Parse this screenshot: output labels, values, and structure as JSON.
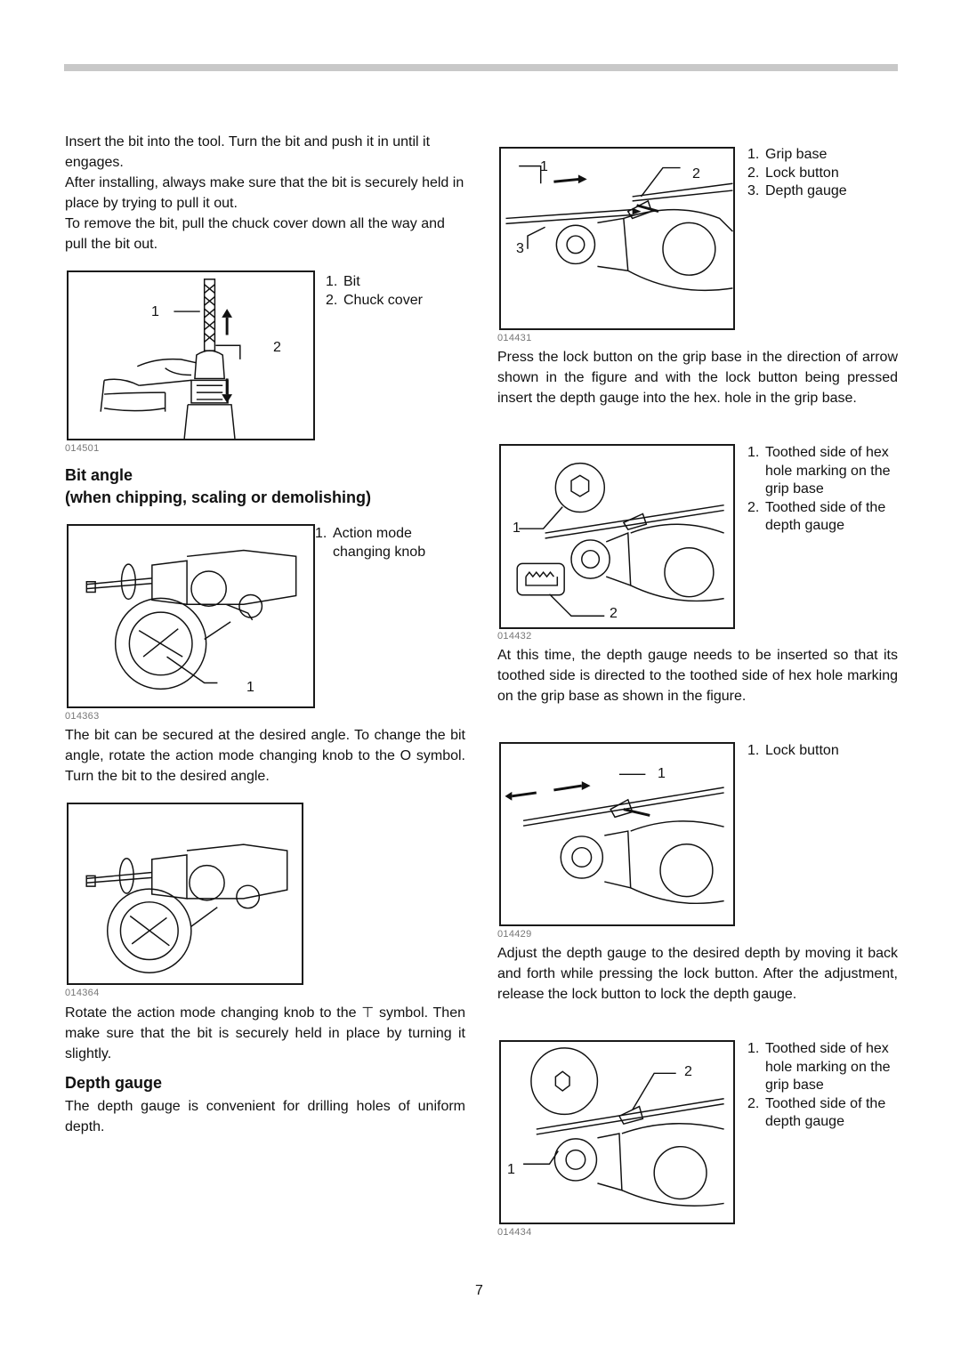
{
  "page_number": "7",
  "left": {
    "intro_paragraphs": [
      "Insert the bit into the tool. Turn the bit and push it in until it engages.",
      "After installing, always make sure that the bit is securely held in place by trying to pull it out.",
      "To remove the bit, pull the chuck cover down all the way and pull the bit out."
    ],
    "fig1": {
      "code": "014501",
      "callouts": [
        "1",
        "2"
      ],
      "legend": [
        {
          "n": "1.",
          "text": "Bit"
        },
        {
          "n": "2.",
          "text": "Chuck cover"
        }
      ]
    },
    "bit_angle_heading_line1": "Bit angle",
    "bit_angle_heading_line2": "(when chipping, scaling or demolishing)",
    "fig2": {
      "code": "014363",
      "callouts": [
        "1"
      ],
      "legend": [
        {
          "n": "1.",
          "text": "Action mode changing knob"
        }
      ]
    },
    "bit_angle_para": "The bit can be secured at the desired angle. To change the bit angle, rotate the action mode changing knob to the O symbol. Turn the bit to the desired angle.",
    "fig3": {
      "code": "014364"
    },
    "rotate_para": "Rotate the action mode changing knob to the ⊤ symbol. Then make sure that the bit is securely held in place by turning it slightly.",
    "depth_gauge_heading": "Depth gauge",
    "depth_gauge_para": "The depth gauge is convenient for drilling holes of uniform depth."
  },
  "right": {
    "fig4": {
      "code": "014431",
      "callouts": [
        "1",
        "2",
        "3"
      ],
      "legend": [
        {
          "n": "1.",
          "text": "Grip base"
        },
        {
          "n": "2.",
          "text": "Lock button"
        },
        {
          "n": "3.",
          "text": "Depth gauge"
        }
      ]
    },
    "para1": "Press the lock button on the grip base in the direction of arrow shown in the figure and with the lock button being pressed insert the depth gauge into the hex. hole in the grip base.",
    "fig5": {
      "code": "014432",
      "callouts": [
        "1",
        "2"
      ],
      "legend": [
        {
          "n": "1.",
          "text": "Toothed side of hex hole marking on the grip base"
        },
        {
          "n": "2.",
          "text": "Toothed side of the depth gauge"
        }
      ]
    },
    "para2": "At this time, the depth gauge needs to be inserted so that its toothed side is directed to the toothed side of hex hole marking on the grip base as shown in the figure.",
    "fig6": {
      "code": "014429",
      "callouts": [
        "1"
      ],
      "legend": [
        {
          "n": "1.",
          "text": "Lock button"
        }
      ]
    },
    "para3": "Adjust the depth gauge to the desired depth by moving it back and forth while pressing the lock button. After the adjustment, release the lock button to lock the depth gauge.",
    "fig7": {
      "code": "014434",
      "callouts": [
        "2",
        "1"
      ],
      "legend": [
        {
          "n": "1.",
          "text": "Toothed side of hex hole marking on the grip base"
        },
        {
          "n": "2.",
          "text": "Toothed side of the depth gauge"
        }
      ]
    }
  }
}
